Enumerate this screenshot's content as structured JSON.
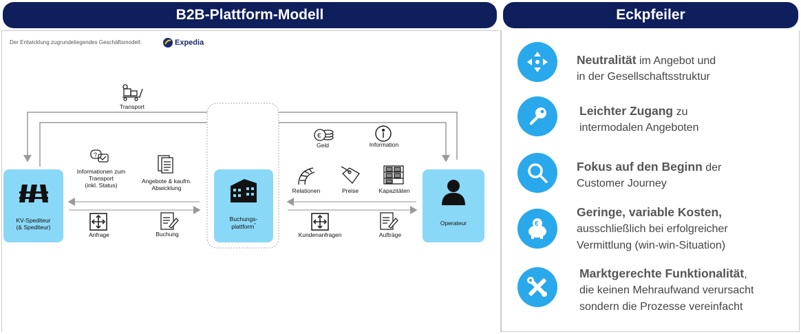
{
  "left_panel": {
    "title": "B2B-Plattform-Modell",
    "subtitle": "Der Entwicklung zugrundeliegendes Geschäftsmodell:",
    "logo_text": "Expedia"
  },
  "right_panel": {
    "title": "Eckpfeiler"
  },
  "diagram": {
    "left_node": {
      "line1": "KV-Spediteur",
      "line2": "(& Spediteur)"
    },
    "center_node": {
      "line1": "Buchungs-",
      "line2": "plattform",
      "sup": "*"
    },
    "right_node": {
      "label": "Operateur"
    },
    "top_transport_label": "Transport",
    "left_upper": [
      {
        "lines": [
          "Informationen zum",
          "Transport",
          "(inkl. Status)"
        ]
      },
      {
        "lines": [
          "Angebote & kaufm.",
          "Abwicklung"
        ]
      }
    ],
    "left_lower": [
      {
        "label": "Anfrage"
      },
      {
        "label": "Buchung"
      }
    ],
    "right_top": [
      {
        "label": "Geld"
      },
      {
        "label": "Information"
      }
    ],
    "right_upper": [
      {
        "label": "Relationen"
      },
      {
        "label": "Preise"
      },
      {
        "label": "Kapazitäten"
      }
    ],
    "right_lower": [
      {
        "label": "Kundenanfragen"
      },
      {
        "label": "Aufträge"
      }
    ]
  },
  "features": [
    {
      "icon": "arrows-icon",
      "bold": "Neutralität",
      "rest1": " im Angebot und",
      "line2": "in der Gesellschaftsstruktur"
    },
    {
      "icon": "key-icon",
      "bold": "Leichter Zugang",
      "rest1": " zu",
      "line2": "intermodalen Angeboten"
    },
    {
      "icon": "magnifier-icon",
      "bold": "Fokus auf den Beginn",
      "rest1": " der",
      "line2": "Customer Journey"
    },
    {
      "icon": "piggy-bank-icon",
      "bold": "Geringe, variable Kosten,",
      "rest1": "",
      "line2": "ausschließlich bei erfolgreicher",
      "line3": "Vermittlung (win-win-Situation)"
    },
    {
      "icon": "tools-icon",
      "bold": "Marktgerechte Funktionalität",
      "rest1": ",",
      "line2": "die keinen Mehraufwand verursacht",
      "line3": "sondern die Prozesse vereinfacht"
    }
  ],
  "colors": {
    "header_bg": "#0f1f5c",
    "node_fill": "#8ad8f7",
    "feature_icon": "#2aa8ec"
  }
}
